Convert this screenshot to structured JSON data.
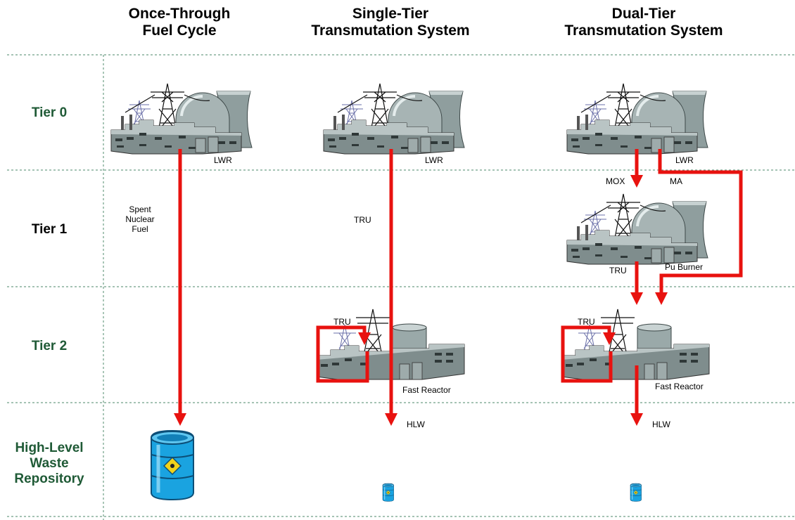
{
  "columns": {
    "once_through": "Once-Through\nFuel Cycle",
    "single_tier": "Single-Tier\nTransmutation System",
    "dual_tier": "Dual-Tier\nTransmutation System"
  },
  "tiers": {
    "tier0": "Tier 0",
    "tier1": "Tier 1",
    "tier2": "Tier 2",
    "repository": "High-Level\nWaste\nRepository"
  },
  "labels": {
    "lwr": "LWR",
    "spent_nuclear_fuel": "Spent\nNuclear\nFuel",
    "tru": "TRU",
    "mox": "MOX",
    "ma": "MA",
    "pu_burner": "Pu Burner",
    "fast_reactor": "Fast Reactor",
    "hlw": "HLW"
  },
  "colors": {
    "arrow": "#e8120f",
    "tier_green": "#1f5a36",
    "grid_line": "#6f9f86",
    "barrel_blue": "#1aa3e0"
  },
  "icons": [
    "reactor-plant-icon",
    "power-pylon-icon",
    "cooling-tower-icon",
    "waste-barrel-icon",
    "radiation-symbol-icon"
  ]
}
